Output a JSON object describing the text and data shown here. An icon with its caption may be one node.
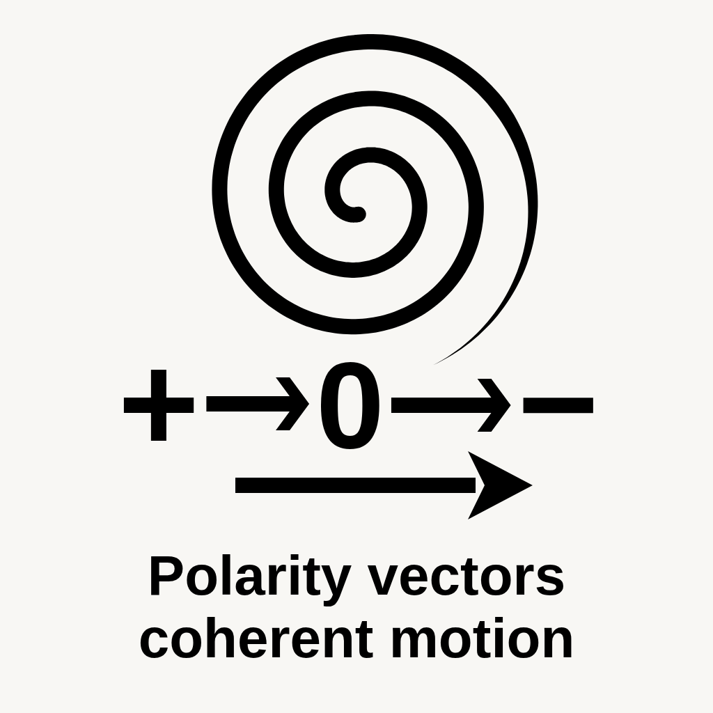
{
  "diagram": {
    "caption": "Polarity vectors coherent motion",
    "nodes": [
      {
        "text": [
          "+"
        ]
      },
      {
        "text": [
          "0"
        ]
      },
      {
        "text": [
          "−"
        ]
      }
    ],
    "edges": [
      {
        "from": 0,
        "to": 1,
        "arrow": "to"
      },
      {
        "from": 1,
        "to": 2,
        "arrow": "to"
      }
    ]
  }
}
